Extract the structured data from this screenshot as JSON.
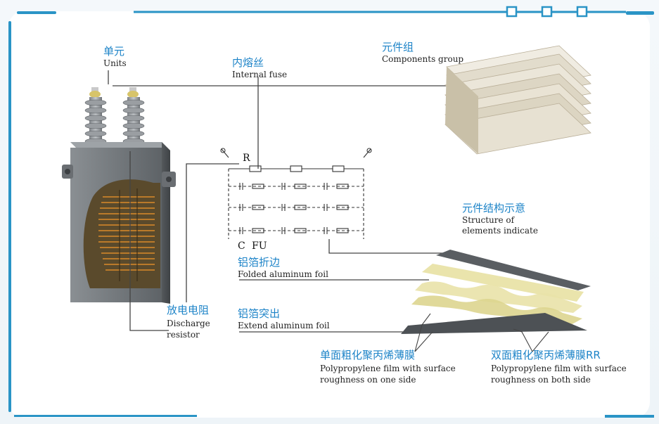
{
  "labels": {
    "units": {
      "cn": "单元",
      "en": "Units"
    },
    "internal_fuse": {
      "cn": "内熔丝",
      "en": "Internal fuse"
    },
    "components_group": {
      "cn": "元件组",
      "en": "Components group"
    },
    "structure": {
      "cn": "元件结构示意",
      "en_line1": "Structure of",
      "en_line2": "elements indicate"
    },
    "folded_foil": {
      "cn": "铝箔折边",
      "en": "Folded aluminum foil"
    },
    "extend_foil": {
      "cn": "铝箔突出",
      "en": "Extend aluminum foil"
    },
    "discharge_resistor": {
      "cn": "放电电阻",
      "en_line1": "Discharge",
      "en_line2": "resistor"
    },
    "single_side_film": {
      "cn": "单面粗化聚丙烯薄膜",
      "en_line1": "Polypropylene film with surface",
      "en_line2": "roughness on one side"
    },
    "double_side_film": {
      "cn": "双面粗化聚丙烯薄膜RR",
      "en_line1": "Polypropylene film with surface",
      "en_line2": "roughness on both  side"
    }
  },
  "circuit": {
    "r_label": "R",
    "c_label": "C",
    "fu_label": "FU"
  },
  "colors": {
    "accent": "#2a94c6",
    "label_cn": "#1e84c8",
    "tank": "#6f7478",
    "foil": "#5c6064",
    "film": "#e8e1a8"
  }
}
